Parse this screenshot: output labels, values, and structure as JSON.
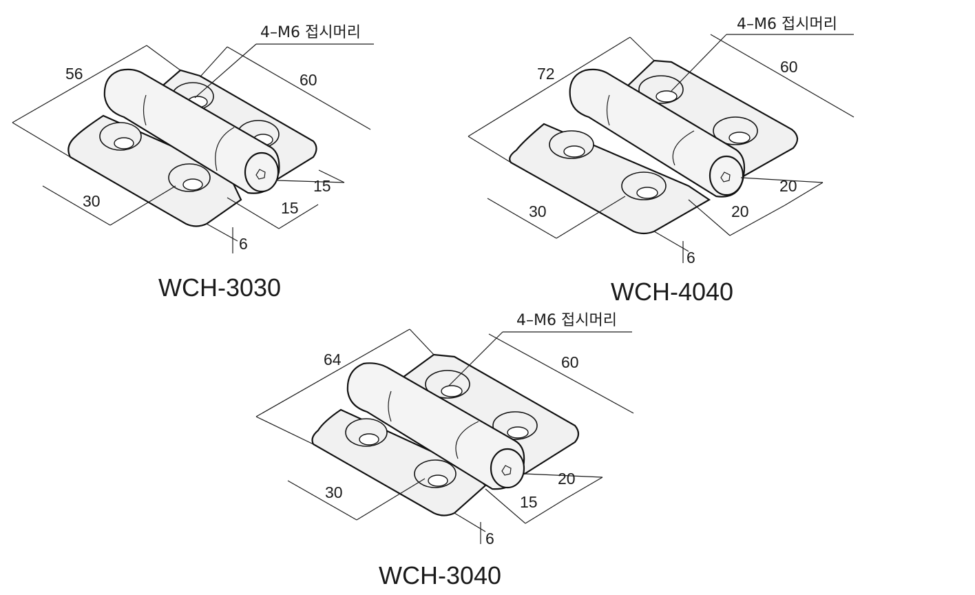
{
  "hinges": [
    {
      "model": "WCH-3030",
      "callout": "4–M6 접시머리",
      "dims": {
        "overall": "56",
        "length": "60",
        "leaf_a": "30",
        "hole_a": "15",
        "hole_b": "15",
        "thickness": "6"
      }
    },
    {
      "model": "WCH-4040",
      "callout": "4–M6 접시머리",
      "dims": {
        "overall": "72",
        "length": "60",
        "leaf_a": "30",
        "hole_a": "20",
        "hole_b": "20",
        "thickness": "6"
      }
    },
    {
      "model": "WCH-3040",
      "callout": "4–M6 접시머리",
      "dims": {
        "overall": "64",
        "length": "60",
        "leaf_a": "30",
        "hole_a": "20",
        "hole_b": "15",
        "thickness": "6"
      }
    }
  ]
}
